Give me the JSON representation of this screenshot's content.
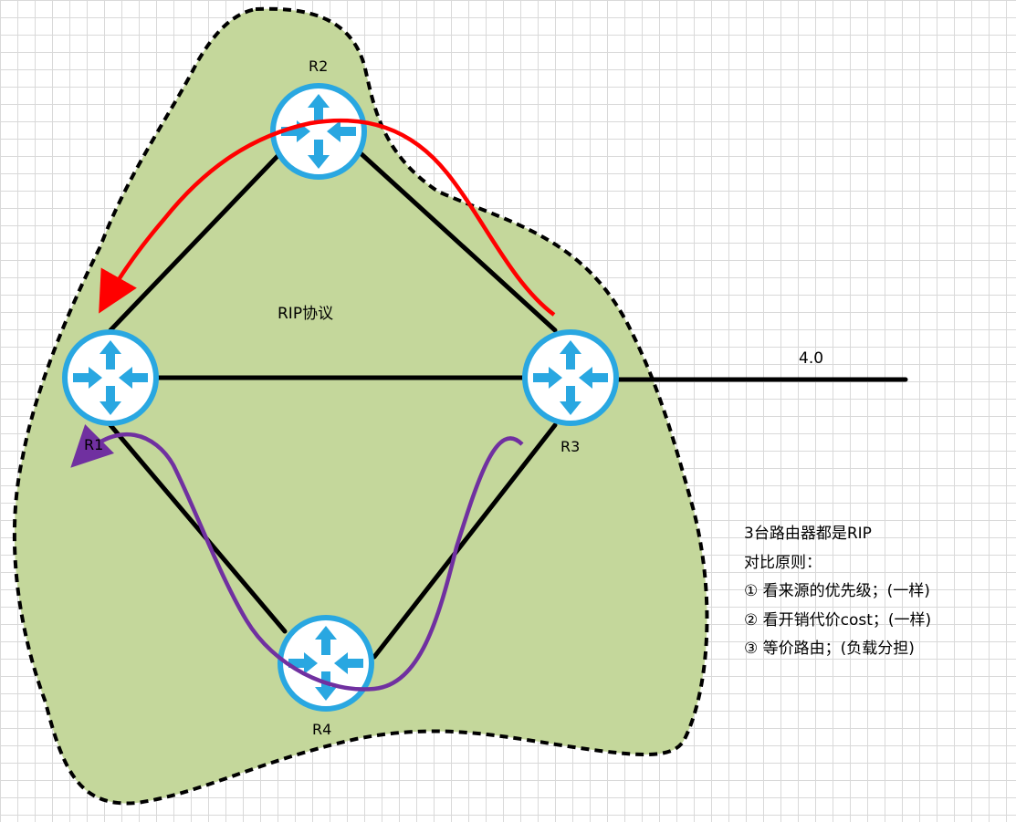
{
  "protocol_label": "RIP协议",
  "network_label": "4.0",
  "routers": [
    {
      "id": "R1",
      "label": "R1"
    },
    {
      "id": "R2",
      "label": "R2"
    },
    {
      "id": "R3",
      "label": "R3"
    },
    {
      "id": "R4",
      "label": "R4"
    }
  ],
  "links": [
    {
      "from": "R1",
      "to": "R2"
    },
    {
      "from": "R2",
      "to": "R3"
    },
    {
      "from": "R1",
      "to": "R3"
    },
    {
      "from": "R1",
      "to": "R4"
    },
    {
      "from": "R4",
      "to": "R3"
    }
  ],
  "notes": {
    "line1": "3台路由器都是RIP",
    "line2": "对比原则：",
    "line3": "① 看来源的优先级；(一样)",
    "line4": "② 看开销代价cost；(一样)",
    "line5": "③ 等价路由；(负载分担)"
  },
  "colors": {
    "area_fill": "#c4d79b",
    "router_blue": "#29a7e1",
    "red_path": "#ff0000",
    "purple_path": "#7030a0"
  },
  "icons": {
    "router": "router-icon"
  }
}
